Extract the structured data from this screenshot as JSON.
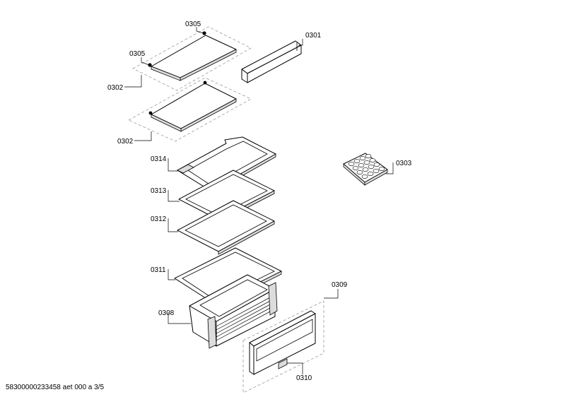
{
  "labels": {
    "p0301": "0301",
    "p0302a": "0302",
    "p0302b": "0302",
    "p0303": "0303",
    "p0305a": "0305",
    "p0305b": "0305",
    "p0308": "0308",
    "p0309": "0309",
    "p0310": "0310",
    "p0311": "0311",
    "p0312": "0312",
    "p0313": "0313",
    "p0314": "0314"
  },
  "footer": {
    "document_id": "58300000233458 aet 000 a 3/5"
  }
}
